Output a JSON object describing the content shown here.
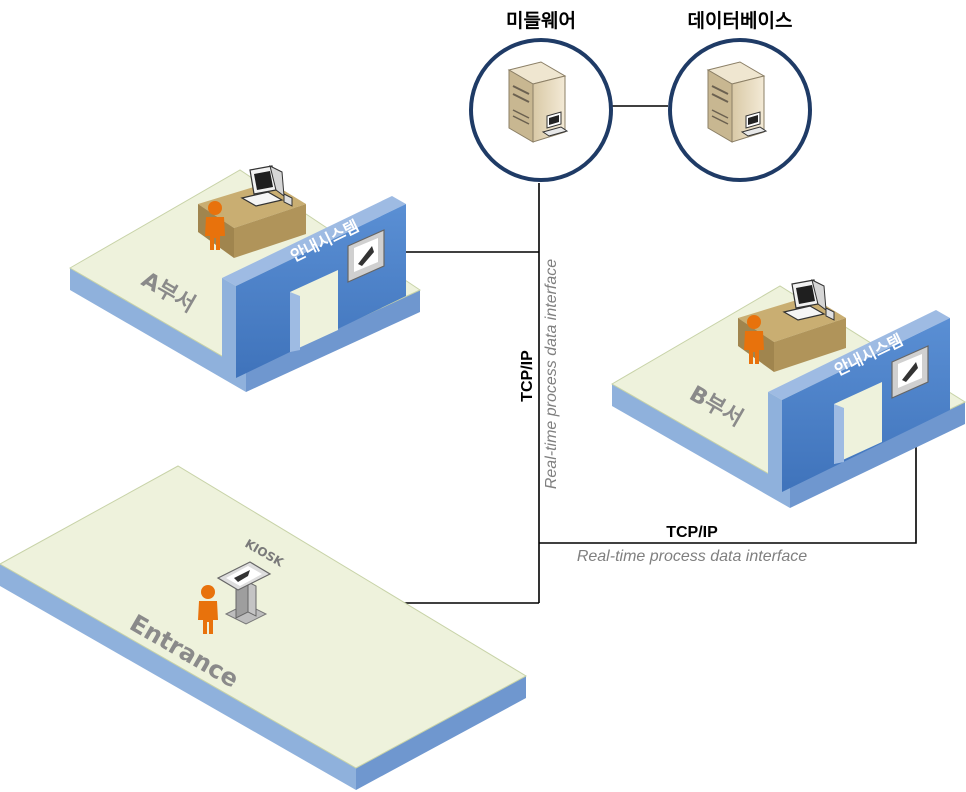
{
  "servers": {
    "middleware": {
      "label": "미들웨어"
    },
    "database": {
      "label": "데이터베이스"
    }
  },
  "zones": {
    "dept_a": {
      "floor_label": "A부서",
      "sign_label": "안내시스템"
    },
    "dept_b": {
      "floor_label": "B부서",
      "sign_label": "안내시스템"
    },
    "entrance": {
      "floor_label": "Entrance",
      "kiosk_label": "KIOSK"
    }
  },
  "links": {
    "vertical": {
      "protocol": "TCP/IP",
      "interface": "Real-time process data interface"
    },
    "horizontal": {
      "protocol": "TCP/IP",
      "interface": "Real-time process data interface"
    }
  },
  "colors": {
    "floor_top": "#eef2dc",
    "platform_edge": "#8fb1dc",
    "wall_front": "#4a7fc6",
    "wall_top": "#9ebbe3",
    "desk": "#c9ae72",
    "person": "#e8720c",
    "server_ring": "#1f3b66"
  },
  "icons": [
    "server-icon",
    "person-icon",
    "workstation-icon",
    "display-panel-icon",
    "kiosk-icon"
  ]
}
